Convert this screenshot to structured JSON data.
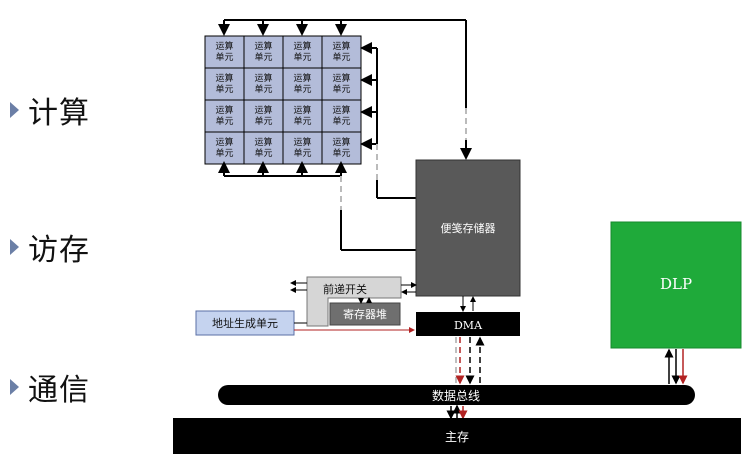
{
  "bullets": [
    "计算",
    "访存",
    "通信"
  ],
  "pe_cell": [
    "运算",
    "单元"
  ],
  "scratchpad": "便笺存储器",
  "forward_switch": "前递开关",
  "register_file": "寄存器堆",
  "agu": "地址生成单元",
  "dma": "DMA",
  "dlp": "DLP",
  "data_bus": "数据总线",
  "main_memory": "主存",
  "colors": {
    "pe_fill": "#b3bcd9",
    "scratchpad_fill": "#595959",
    "dlp_fill": "#1faa3a",
    "agu_fill": "#c5d3ef",
    "switch_fill": "#d6d6d6",
    "regfile_fill": "#6f6f6f",
    "red_arrow": "#b22222"
  }
}
